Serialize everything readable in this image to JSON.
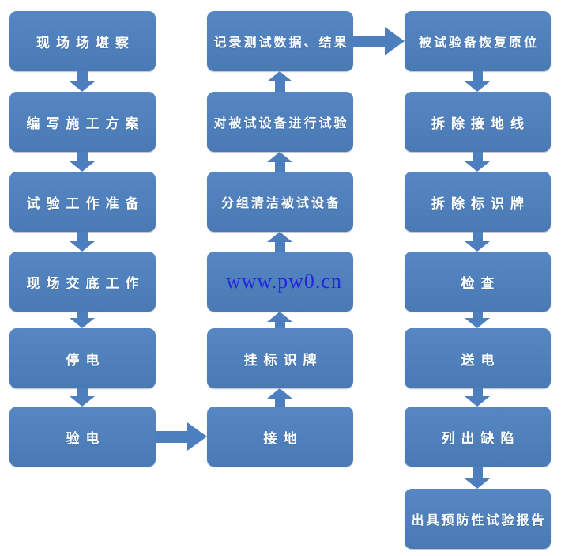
{
  "diagram": {
    "type": "flowchart",
    "background": "#ffffff",
    "box_color": "#4e81bd",
    "box_color_light": "#5687c3",
    "box_color_dark": "#4a7ab4",
    "arrow_color": "#4d7ebd",
    "text_color": "#ffffff",
    "watermark": {
      "text": "www.pw0.cn",
      "color": "#2323e0"
    },
    "columns": [
      {
        "name": "preparation-flow",
        "direction": "down",
        "boxes": [
          "现场场堪察",
          "编写施工方案",
          "试验工作准备",
          "现场交底工作",
          "停电",
          "验电"
        ]
      },
      {
        "name": "testing-flow",
        "direction": "up",
        "boxes": [
          "记录测试数据、结果",
          "对被试设备进行试验",
          "分组清洁被试设备",
          "",
          "挂标识牌",
          "接地"
        ]
      },
      {
        "name": "restoration-flow",
        "direction": "down",
        "boxes": [
          "被试验备恢复原位",
          "拆除接地线",
          "拆除标识牌",
          "检查",
          "送电",
          "列出缺陷",
          "出具预防性试验报告"
        ]
      }
    ],
    "connectors": [
      {
        "from": "验电",
        "to": "接地",
        "direction": "right"
      },
      {
        "from": "记录测试数据、结果",
        "to": "被试验备恢复原位",
        "direction": "right"
      }
    ]
  }
}
